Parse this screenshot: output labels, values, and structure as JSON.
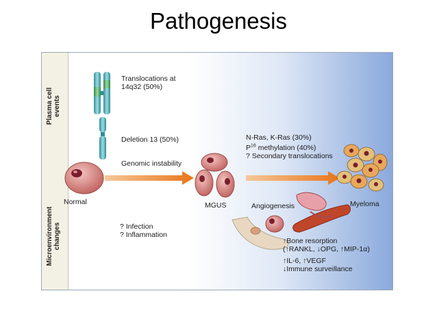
{
  "slide": {
    "title": "Pathogenesis"
  },
  "sidebar": {
    "plasma_label_line1": "Plasma cell",
    "plasma_label_line2": "events",
    "micro_label_line1": "Microenvironment",
    "micro_label_line2": "changes"
  },
  "events": {
    "translocations_line1": "Translocations at",
    "translocations_line2": "14q32 (50%)",
    "deletion": "Deletion 13 (50%)",
    "genomic": "Genomic instability",
    "ras": "N-Ras, K-Ras (30%)",
    "p16_prefix": "P",
    "p16_sup": "16",
    "p16_suffix": " methylation (40%)",
    "secondary": "? Secondary translocations"
  },
  "stages": {
    "normal": "Normal",
    "mgus": "MGUS",
    "myeloma": "Myeloma"
  },
  "microenvironment": {
    "infection": "? Infection",
    "inflammation": "? Inflammation",
    "angiogenesis": "Angiogenesis",
    "bone_resorption": "↑Bone resorption",
    "rankl_opg_mip": "(↑RANKL, ↓OPG, ↑MIP-1α)",
    "il6_vegf": "↑IL-6, ↑VEGF",
    "immune": "↓Immune surveillance"
  },
  "colors": {
    "arrow": "#e8751a",
    "cell_fill": "#c96a6a",
    "nucleus": "#7a1e2c",
    "chromosome_teal": "#4fa9b3",
    "chromosome_green": "#3fa05a",
    "vessel": "#c0462a",
    "bone": "#e8d8c2"
  }
}
